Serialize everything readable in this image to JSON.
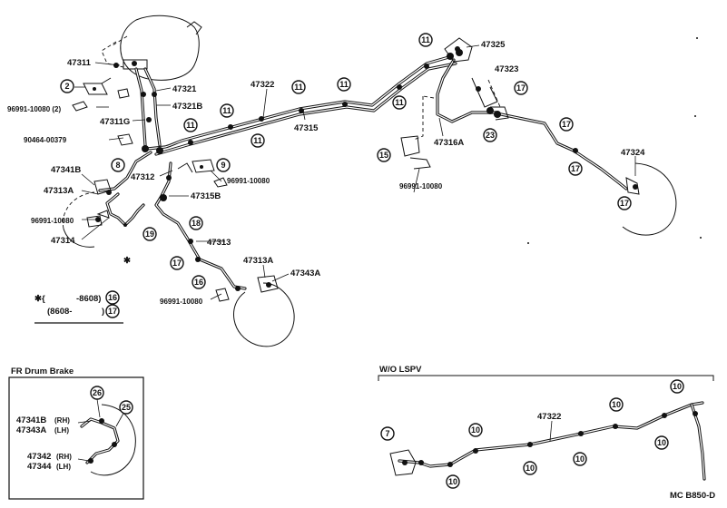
{
  "parts": {
    "p47311": "47311",
    "p47321": "47321",
    "p47321B": "47321B",
    "p47311G": "47311G",
    "p47322": "47322",
    "p47315": "47315",
    "p47325": "47325",
    "p47323": "47323",
    "p47316A": "47316A",
    "p47324": "47324",
    "p47312": "47312",
    "p47315B": "47315B",
    "p47341B": "47341B",
    "p47313A_left": "47313A",
    "p47314": "47314",
    "p47313": "47313",
    "p47313A_right": "47313A",
    "p47343A": "47343A",
    "b96991_10080_2": "96991-10080 (2)",
    "b90464_00379": "90464-00379",
    "b96991_10080_mid": "96991-10080",
    "b96991_10080_left": "96991-10080",
    "b96991_10080_low": "96991-10080",
    "b96991_10080_right": "96991-10080"
  },
  "callouts": {
    "c2": "2",
    "c7": "7",
    "c8": "8",
    "c9": "9",
    "c10": "10",
    "c11": "11",
    "c15": "15",
    "c16": "16",
    "c17": "17",
    "c18": "18",
    "c19": "19",
    "c23": "23",
    "c25": "25",
    "c26": "26"
  },
  "note": {
    "star": "✱",
    "line1_prefix": "✱{",
    "line1_code": "-8608)",
    "line1_ref": "16",
    "line2_code": "(8608-",
    "line2_close": ")",
    "line2_ref": "17"
  },
  "inset": {
    "title": "FR Drum Brake",
    "part_a": "47341B",
    "part_a_side": "(RH)",
    "part_b": "47343A",
    "part_b_side": "(LH)",
    "part_c": "47342",
    "part_c_side": "(RH)",
    "part_d": "47344",
    "part_d_side": "(LH)"
  },
  "wo_lspv": {
    "title": "W/O LSPV",
    "part": "47322"
  },
  "footer": {
    "code": "MC B850-D"
  }
}
